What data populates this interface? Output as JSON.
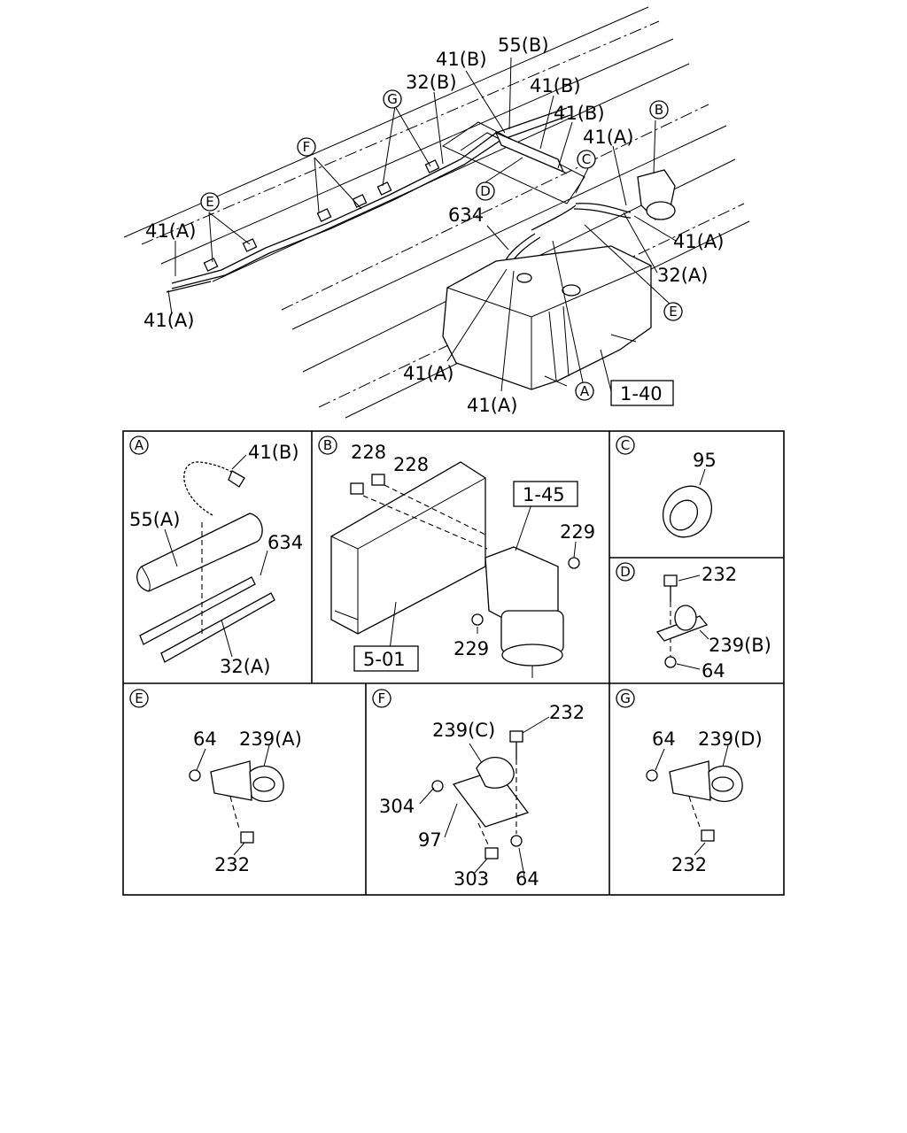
{
  "main": {
    "callouts": [
      "41(B)",
      "55(B)",
      "32(B)",
      "41(B)",
      "41(B)",
      "41(A)",
      "41(A)",
      "41(A)",
      "634",
      "41(A)",
      "32(A)",
      "41(A)",
      "41(A)"
    ],
    "refs": [
      "1-40"
    ],
    "letters": [
      "G",
      "F",
      "E",
      "D",
      "C",
      "B",
      "E",
      "A"
    ]
  },
  "panels": {
    "A": {
      "letter": "A",
      "callouts": [
        "41(B)",
        "55(A)",
        "634",
        "32(A)"
      ]
    },
    "B": {
      "letter": "B",
      "callouts": [
        "228",
        "228",
        "229",
        "229"
      ],
      "refs": [
        "1-45",
        "5-01"
      ]
    },
    "C": {
      "letter": "C",
      "callouts": [
        "95"
      ]
    },
    "D": {
      "letter": "D",
      "callouts": [
        "232",
        "239(B)",
        "64"
      ]
    },
    "E": {
      "letter": "E",
      "callouts": [
        "64",
        "239(A)",
        "232"
      ]
    },
    "F": {
      "letter": "F",
      "callouts": [
        "239(C)",
        "232",
        "304",
        "97",
        "303",
        "64"
      ]
    },
    "G": {
      "letter": "G",
      "callouts": [
        "64",
        "239(D)",
        "232"
      ]
    }
  }
}
